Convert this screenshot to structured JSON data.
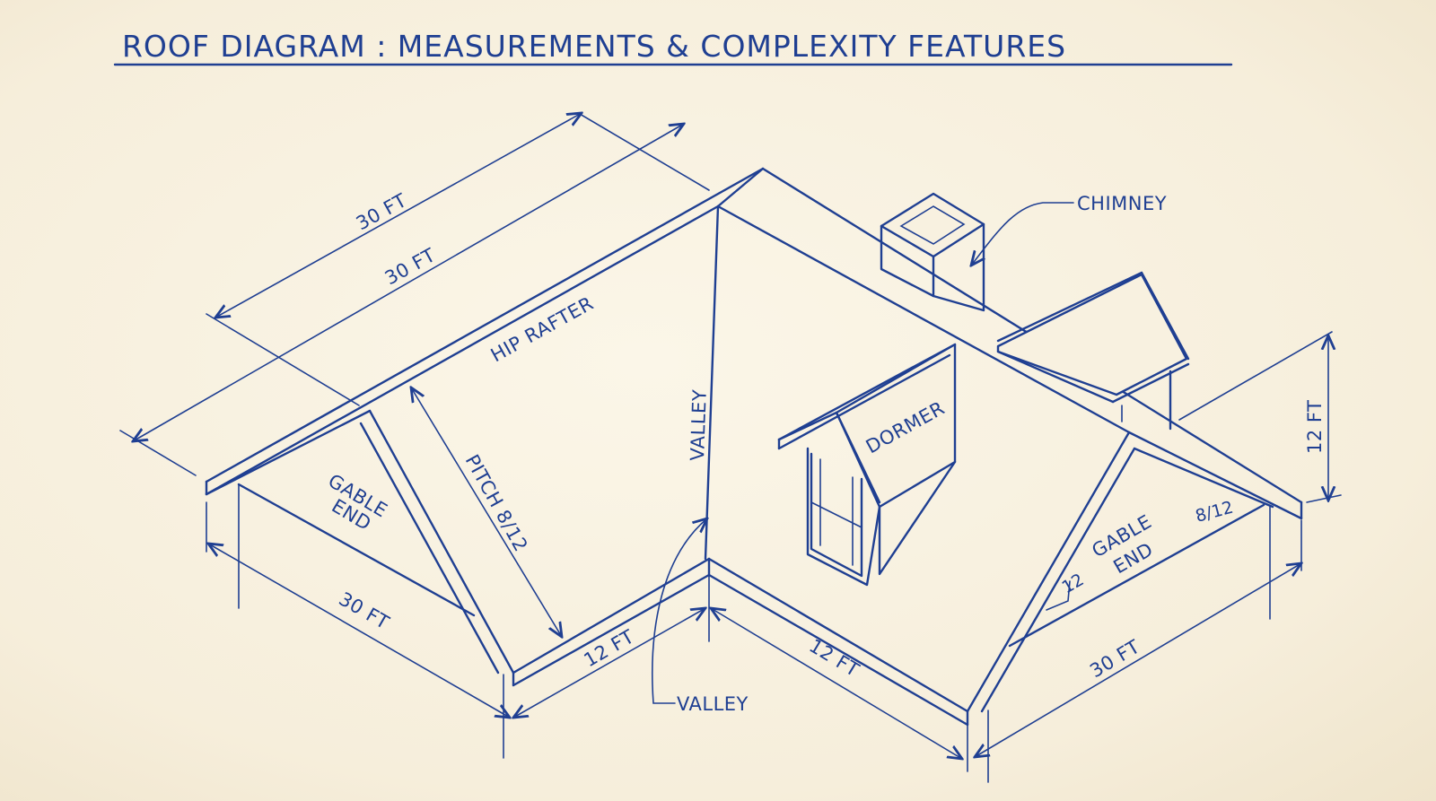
{
  "title": "ROOF DIAGRAM : MEASUREMENTS & COMPLEXITY FEATURES",
  "labels": {
    "dim_ridge_upper": "30 FT",
    "dim_ridge_lower": "30 FT",
    "hip_rafter": "HIP RAFTER",
    "valley_vertical": "VALLEY",
    "pitch": "PITCH  8/12",
    "gable_end_left_1": "GABLE",
    "gable_end_left_2": "END",
    "dim_left_eave": "30 FT",
    "dim_valley_left": "12 FT",
    "dim_valley_right": "12 FT",
    "valley_callout": "VALLEY",
    "dormer": "DORMER",
    "chimney": "CHIMNEY",
    "dim_height": "12 FT",
    "gable_end_right_1": "GABLE",
    "gable_end_right_2": "END",
    "pitch_right_rise": "8/12",
    "pitch_right_run": "12",
    "dim_right_eave": "30 FT"
  },
  "colors": {
    "ink": "#1f3f92",
    "paper": "#f7f0df"
  }
}
